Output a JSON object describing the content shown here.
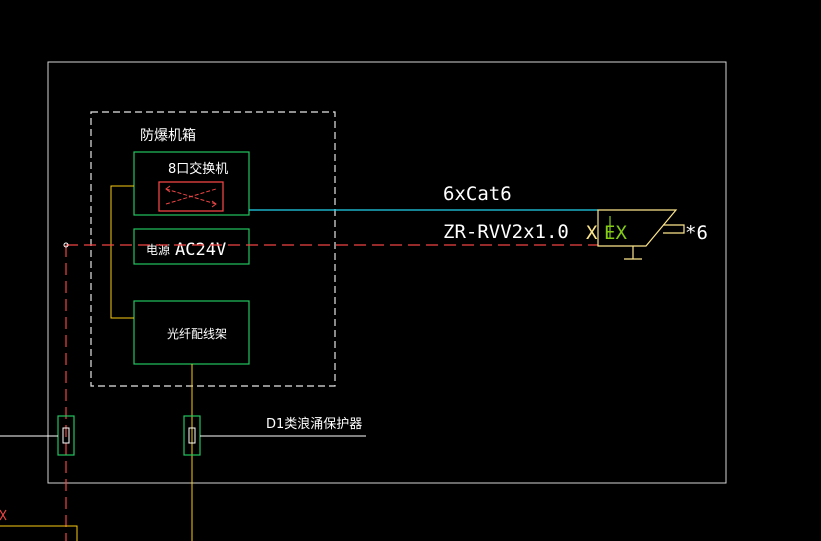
{
  "cabinet": {
    "title": "防爆机箱"
  },
  "switch": {
    "label": "8口交换机"
  },
  "power": {
    "name": "电源",
    "voltage": "AC24V"
  },
  "fiber_frame": {
    "label": "光纤配线架"
  },
  "cables": {
    "network": "6xCat6",
    "power": "ZR-RVV2x1.0"
  },
  "camera": {
    "prefix": "X",
    "ex_mark": "EX",
    "count": "*6"
  },
  "surge_protector": {
    "label": "D1类浪涌保护器"
  },
  "colors": {
    "background": "#000000",
    "frame": "#ffffff",
    "equipment": "#22c55e",
    "signal_line": "#22d3ee",
    "power_line": "#ef4444",
    "feed_line": "#facc15",
    "camera_body": "#fde68a",
    "ex_mark": "#84cc16"
  }
}
